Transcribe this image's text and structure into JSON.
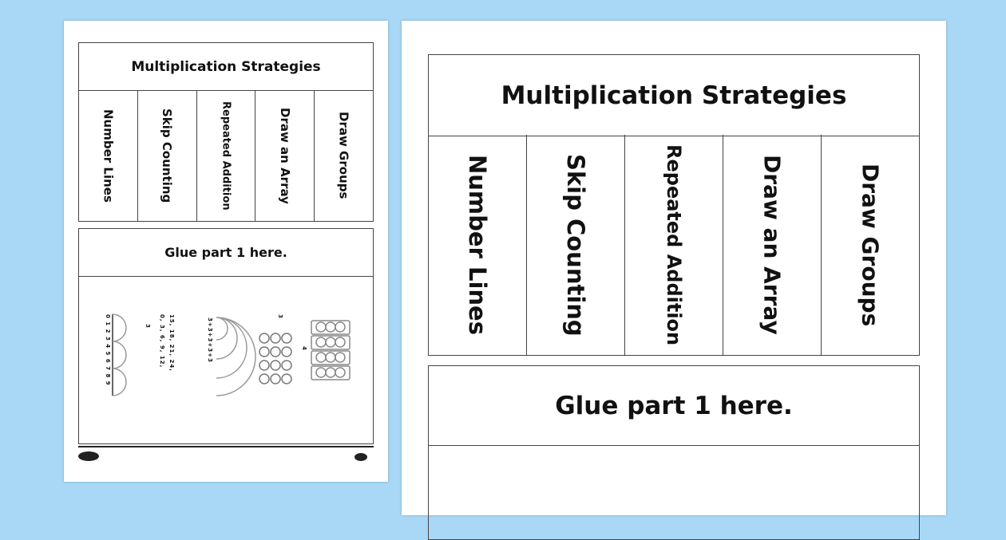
{
  "worksheet": {
    "title": "Multiplication Strategies",
    "strategies": [
      {
        "label": "Number Lines"
      },
      {
        "label": "Skip Counting"
      },
      {
        "label": "Repeated Addition"
      },
      {
        "label": "Draw an Array"
      },
      {
        "label": "Draw Groups"
      }
    ],
    "glue_label": "Glue part 1 here.",
    "examples": {
      "number_line": "0 1 2 3 4 5 6 7 8 9",
      "jump": "3",
      "skip_row1": "0, 3, 6, 9, 12,",
      "skip_row2": "15, 18, 21, 24,",
      "repeated": "3+3+3+3+3",
      "array_top": "3",
      "array_side": "4"
    }
  },
  "colors": {
    "background": "#a8d8f6",
    "border": "#444444"
  }
}
